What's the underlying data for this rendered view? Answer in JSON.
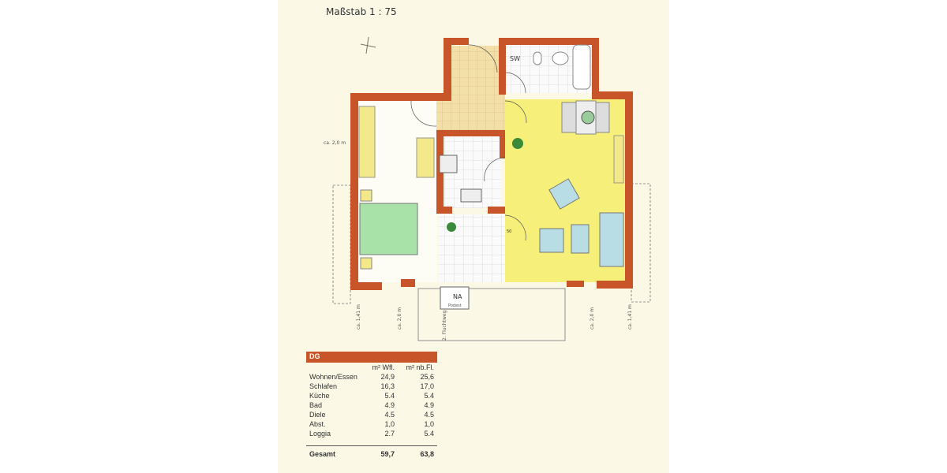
{
  "scale_label": "Maßstab 1 : 75",
  "room_labels": {
    "sw": "SW",
    "na": "NA",
    "podest": "Podest",
    "door_50": "50",
    "fluchtweg": "2. Fluchtweg"
  },
  "dimensions": {
    "left_top": "ca. 2,0 m",
    "left_1": "ca. 1,41 m",
    "left_2": "ca. 2,0 m",
    "right_1": "ca. 2,0 m",
    "right_2": "ca. 1,41 m"
  },
  "colors": {
    "wall": "#c8552a",
    "living_floor": "#f6ef7a",
    "tile": "#f3dfa8",
    "bed": "#a9e2a9",
    "sofa": "#b8dde4"
  },
  "area_table": {
    "title": "DG",
    "col_wfl": "m² Wfl.",
    "col_nbfl": "m² nb.Fl.",
    "rows": [
      {
        "room": "Wohnen/Essen",
        "wfl": "24,9",
        "nbfl": "25,6"
      },
      {
        "room": "Schlafen",
        "wfl": "16,3",
        "nbfl": "17,0"
      },
      {
        "room": "Küche",
        "wfl": "5.4",
        "nbfl": "5.4"
      },
      {
        "room": "Bad",
        "wfl": "4.9",
        "nbfl": "4.9"
      },
      {
        "room": "Diele",
        "wfl": "4.5",
        "nbfl": "4.5"
      },
      {
        "room": "Abst.",
        "wfl": "1,0",
        "nbfl": "1,0"
      },
      {
        "room": "Loggia",
        "wfl": "2.7",
        "nbfl": "5.4"
      }
    ],
    "total": {
      "label": "Gesamt",
      "wfl": "59,7",
      "nbfl": "63,8"
    }
  }
}
